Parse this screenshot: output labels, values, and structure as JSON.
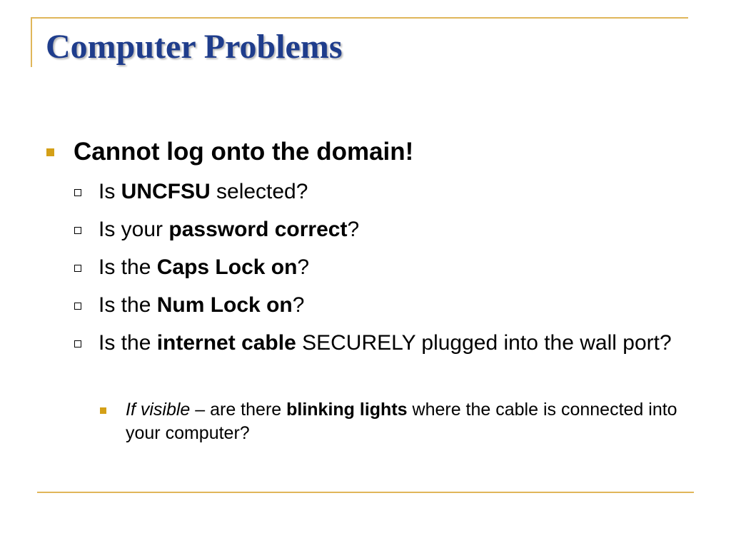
{
  "slide": {
    "title": "Computer Problems",
    "accent_color": "#e0b65a",
    "title_color": "#1f3d8c",
    "bullet_color": "#d4a017"
  },
  "content": {
    "main": "Cannot log onto the domain!",
    "sub1": {
      "pre": "Is ",
      "bold": "UNCFSU",
      "post": " selected?"
    },
    "sub2": {
      "pre": "Is your ",
      "bold": "password correct",
      "post": "?"
    },
    "sub3": {
      "pre": "Is the ",
      "bold": "Caps Lock on",
      "post": "?"
    },
    "sub4": {
      "pre": "Is the ",
      "bold": "Num Lock on",
      "post": "?"
    },
    "sub5": {
      "pre": "Is the ",
      "bold": "internet cable",
      "post": " SECURELY plugged into the wall port?"
    },
    "sub6": {
      "italic": "If visible",
      "pre": " – are there ",
      "bold": "blinking lights",
      "post": " where the cable is connected into your computer?"
    }
  }
}
